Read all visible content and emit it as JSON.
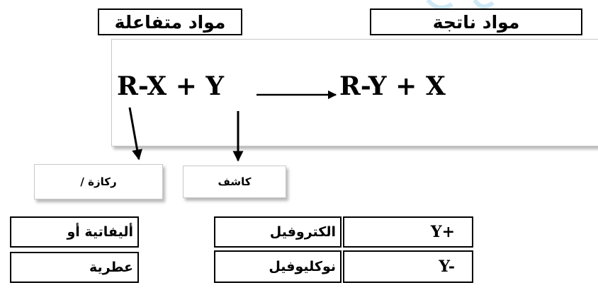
{
  "labels": {
    "reactants": "مواد متفاعلة",
    "products": "مواد ناتجة",
    "substrate": "ركازة /",
    "reagent": "كاشف"
  },
  "equation": {
    "left": "R-X + Y",
    "right": "R-Y + X"
  },
  "substrate_types": [
    "أليفاتية أو",
    "عطرية"
  ],
  "reagent_table": [
    {
      "type": "الكتروفيل",
      "symbol": "Y+"
    },
    {
      "type": "نوكليوفيل",
      "symbol": "Y-"
    }
  ],
  "colors": {
    "line": "#000000",
    "panel_border": "#c8c8c8",
    "watermark": "#cfe9f6"
  }
}
